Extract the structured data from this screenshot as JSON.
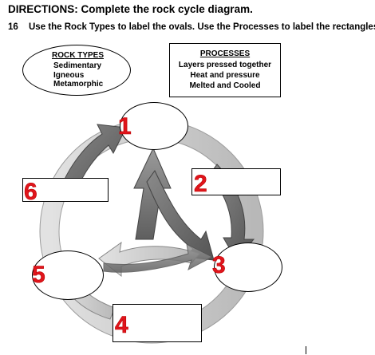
{
  "header": {
    "directions": "DIRECTIONS: Complete the rock cycle diagram.",
    "question_number": "16",
    "question_text": "Use the Rock Types to label the ovals. Use the Processes to label the rectangles."
  },
  "rock_types": {
    "heading": "ROCK TYPES",
    "items": [
      "Sedimentary",
      "Igneous",
      "Metamorphic"
    ]
  },
  "processes": {
    "heading": "PROCESSES",
    "items": [
      "Layers pressed together",
      "Heat and pressure",
      "Melted and Cooled"
    ]
  },
  "labels": {
    "one": "1",
    "two": "2",
    "three": "3",
    "four": "4",
    "five": "5",
    "six": "6"
  },
  "colors": {
    "label_red": "#e0151c",
    "arrow_dark": "#6e6e6e",
    "arrow_light": "#c4c4c4"
  }
}
